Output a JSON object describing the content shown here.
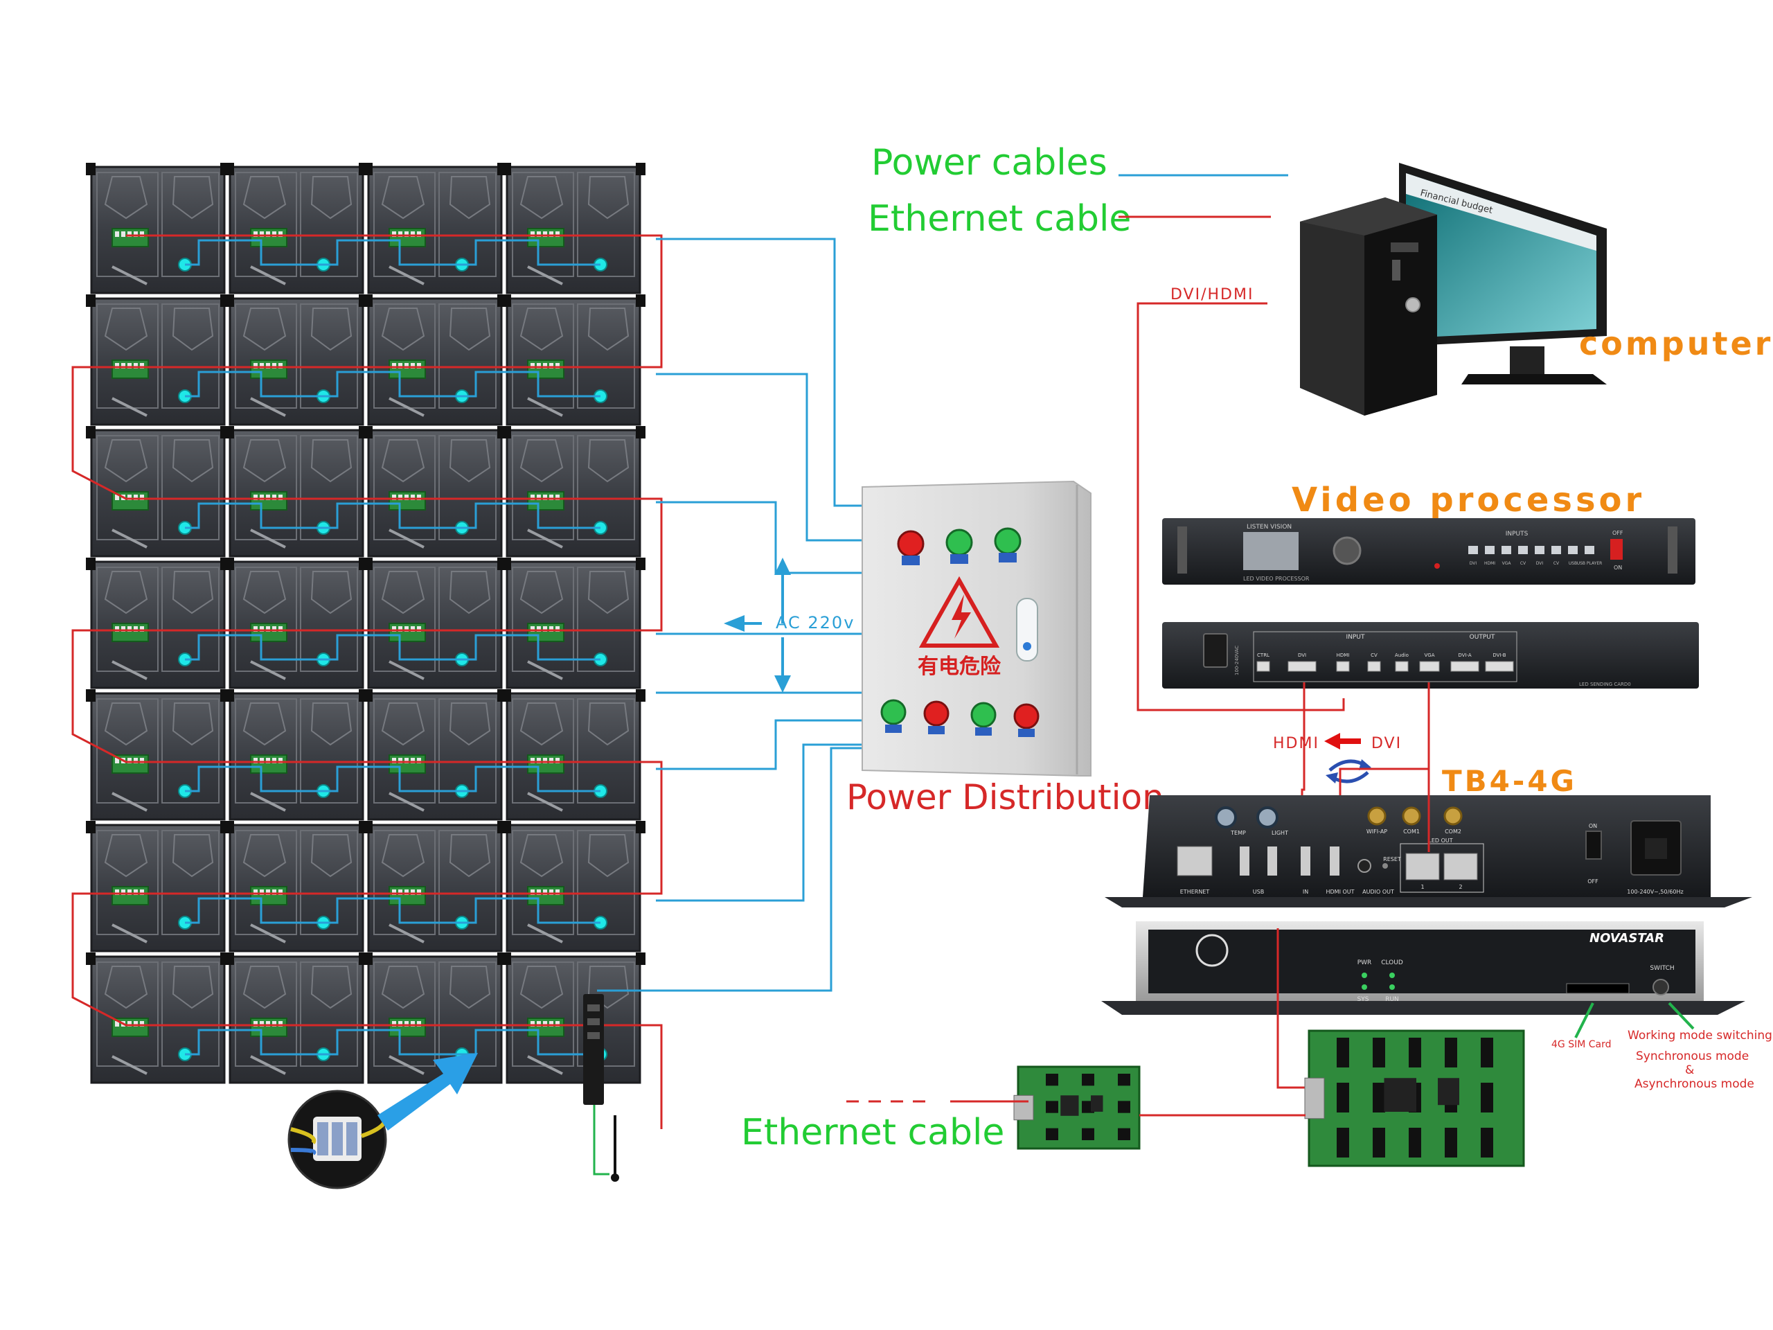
{
  "legend": {
    "power_label": "Power cables",
    "ethernet_label": "Ethernet cable",
    "power_color": "#2a9fd6",
    "ethernet_color": "#d62828",
    "label_color": "#22cc33"
  },
  "wall": {
    "columns": 4,
    "rows": 7,
    "module_icon": "led-cabinet-module"
  },
  "power_box": {
    "warning_text": "有电危险",
    "caption": "Power Distribution",
    "ac_label": "AC 220v",
    "top_buttons": [
      "red",
      "green",
      "green"
    ],
    "bottom_buttons": [
      "green",
      "red",
      "green",
      "red"
    ]
  },
  "computer": {
    "label": "computer",
    "screen_title": "Financial budget"
  },
  "video_processor": {
    "title": "Video processor",
    "brand": "LISTEN VISION",
    "front_label": "LED VIDEO PROCESSOR",
    "inputs_label": "INPUTS",
    "off_label": "OFF",
    "on_label": "ON",
    "front_inputs": [
      "DVI",
      "HDMI",
      "VGA",
      "CV",
      "DVI",
      "CV",
      "USB",
      "USB PLAYER"
    ],
    "rear_input_label": "INPUT",
    "rear_output_label": "OUTPUT",
    "rear_ports": [
      "CTRL",
      "DVI",
      "HDMI",
      "CV",
      "Audio",
      "VGA",
      "DVI-A",
      "DVI-B"
    ],
    "rear_footer": "LED SENDING CARD0",
    "rear_power": "100-240VAC"
  },
  "signal": {
    "dvi_hdmi": "DVI/HDMI",
    "hdmi": "HDMI",
    "dvi": "DVI"
  },
  "tb": {
    "title": "TB4-4G",
    "rear_ports": [
      "TEMP",
      "LIGHT",
      "WIFI-AP",
      "COM1",
      "COM2",
      "ETHERNET",
      "USB",
      "IN",
      "HDMI OUT",
      "AUDIO OUT",
      "RESET",
      "LED OUT",
      "1",
      "2",
      "ON",
      "OFF",
      "100-240V~,50/60Hz"
    ],
    "brand": "NOVASTAR",
    "front_labels": [
      "PWR",
      "CLOUD",
      "SYS",
      "RUN",
      "SWITCH"
    ],
    "sim_label": "4G SIM Card",
    "mode_title": "Working mode switching",
    "mode_line1": "Synchronous mode",
    "mode_amp": "&",
    "mode_line2": "Asynchronous mode"
  },
  "bottom": {
    "ethernet_label": "Ethernet cable",
    "receiver_icon": "receiving-card"
  }
}
